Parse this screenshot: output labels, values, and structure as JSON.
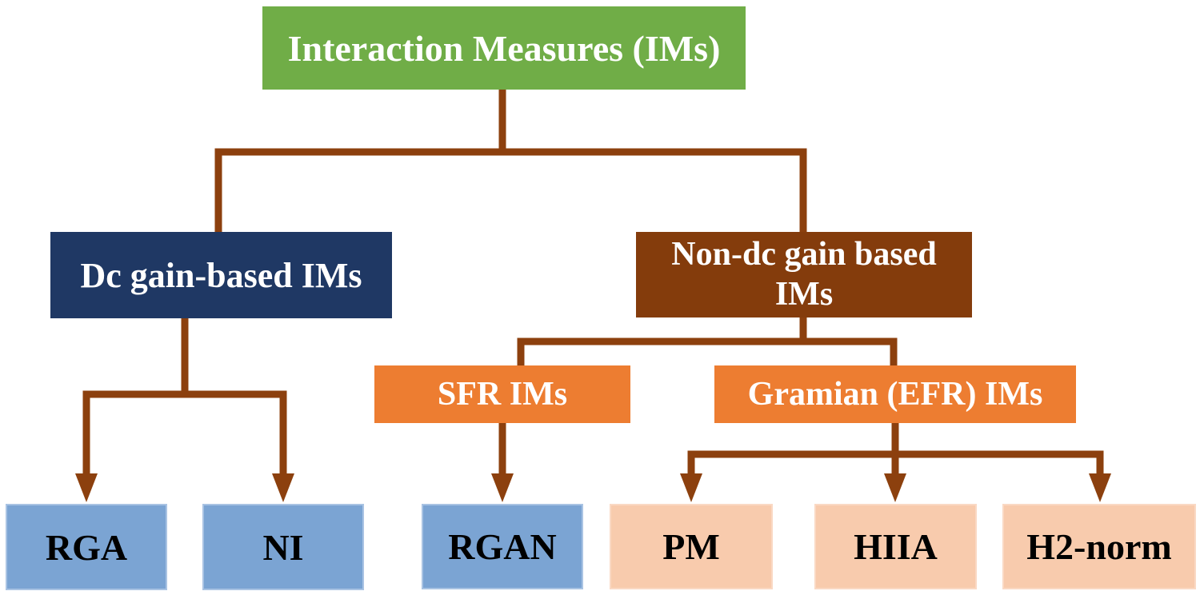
{
  "nodes": {
    "root": {
      "label": "Interaction Measures (IMs)"
    },
    "dc_gain": {
      "label": "Dc gain-based IMs"
    },
    "non_dc_gain": {
      "label": "Non-dc gain based IMs"
    },
    "sfr": {
      "label": "SFR IMs"
    },
    "gramian": {
      "label": "Gramian (EFR) IMs"
    },
    "rga": {
      "label": "RGA"
    },
    "ni": {
      "label": "NI"
    },
    "rgan": {
      "label": "RGAN"
    },
    "pm": {
      "label": "PM"
    },
    "hiia": {
      "label": "HIIA"
    },
    "h2_norm": {
      "label": "H2-norm"
    }
  },
  "edges": [
    [
      "root",
      "dc_gain"
    ],
    [
      "root",
      "non_dc_gain"
    ],
    [
      "dc_gain",
      "rga"
    ],
    [
      "dc_gain",
      "ni"
    ],
    [
      "non_dc_gain",
      "sfr"
    ],
    [
      "non_dc_gain",
      "gramian"
    ],
    [
      "sfr",
      "rgan"
    ],
    [
      "gramian",
      "pm"
    ],
    [
      "gramian",
      "hiia"
    ],
    [
      "gramian",
      "h2_norm"
    ]
  ],
  "colors": {
    "green": "#70AD47",
    "navy": "#1F3864",
    "brown": "#843C0C",
    "orange": "#ED7D31",
    "lightblue": "#7BA4D3",
    "peach": "#F8CBAD",
    "connector": "#8C400E",
    "text-light": "#FFFFFF",
    "text-dark": "#000000"
  }
}
